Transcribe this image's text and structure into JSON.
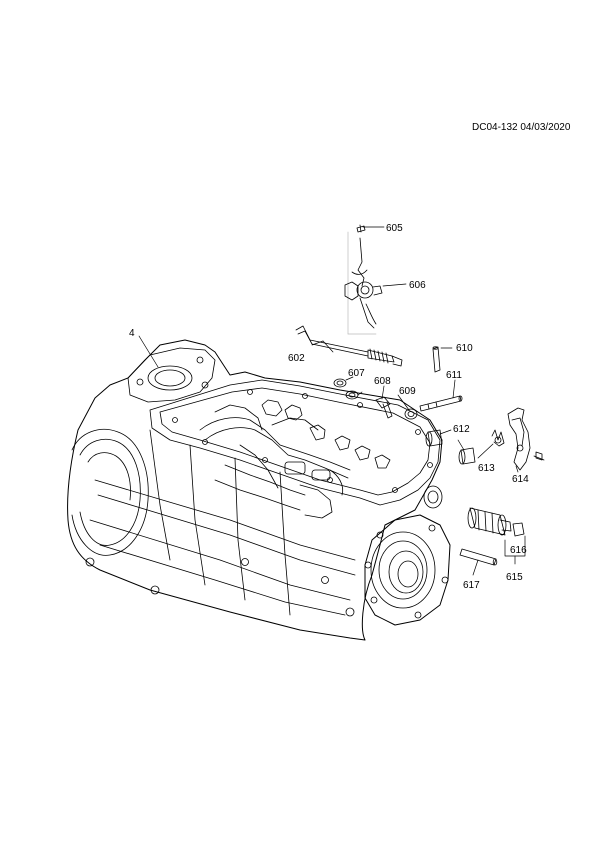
{
  "document": {
    "reference": "DC04-132 04/03/2020"
  },
  "callouts": [
    {
      "id": "605",
      "label": "605"
    },
    {
      "id": "606",
      "label": "606"
    },
    {
      "id": "4",
      "label": "4"
    },
    {
      "id": "602",
      "label": "602"
    },
    {
      "id": "610",
      "label": "610"
    },
    {
      "id": "607",
      "label": "607"
    },
    {
      "id": "608",
      "label": "608"
    },
    {
      "id": "611",
      "label": "611"
    },
    {
      "id": "609",
      "label": "609"
    },
    {
      "id": "612",
      "label": "612"
    },
    {
      "id": "613",
      "label": "613"
    },
    {
      "id": "614",
      "label": "614"
    },
    {
      "id": "616",
      "label": "616"
    },
    {
      "id": "615",
      "label": "615"
    },
    {
      "id": "617",
      "label": "617"
    }
  ]
}
